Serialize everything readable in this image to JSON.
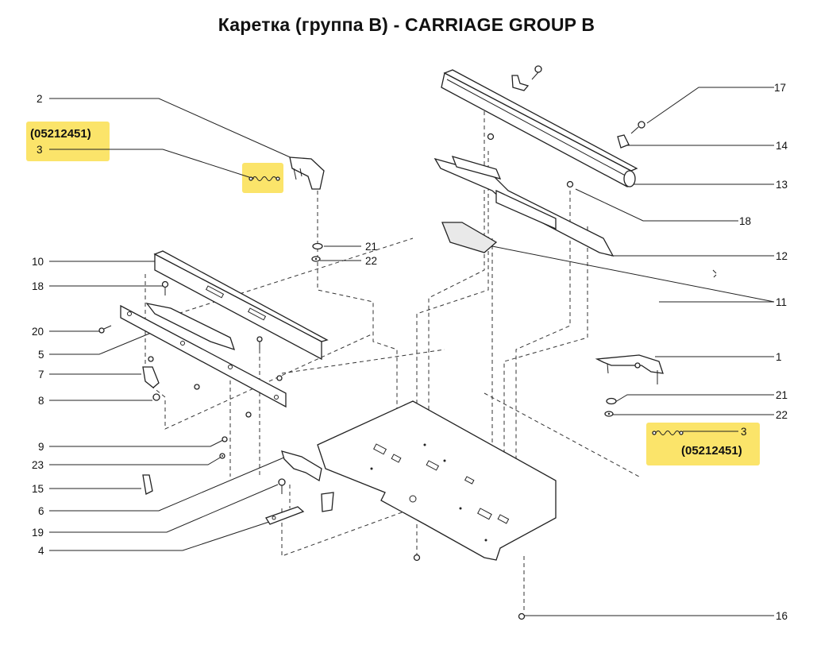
{
  "title": "Каретка (группа В) - CARRIAGE GROUP B",
  "highlight_color": "#fbe46a",
  "callouts": {
    "c1": "1",
    "c2": "2",
    "c3_left": "3",
    "c3_right": "3",
    "c4": "4",
    "c5": "5",
    "c6": "6",
    "c7": "7",
    "c8": "8",
    "c9": "9",
    "c10": "10",
    "c11": "11",
    "c12": "12",
    "c13": "13",
    "c14": "14",
    "c15": "15",
    "c16": "16",
    "c17": "17",
    "c18_left": "18",
    "c18_right": "18",
    "c19": "19",
    "c20": "20",
    "c21_top": "21",
    "c21_right": "21",
    "c22_top": "22",
    "c22_right": "22",
    "c23": "23"
  },
  "part_numbers": {
    "spring_left": "(05212451)",
    "spring_right": "(05212451)"
  }
}
